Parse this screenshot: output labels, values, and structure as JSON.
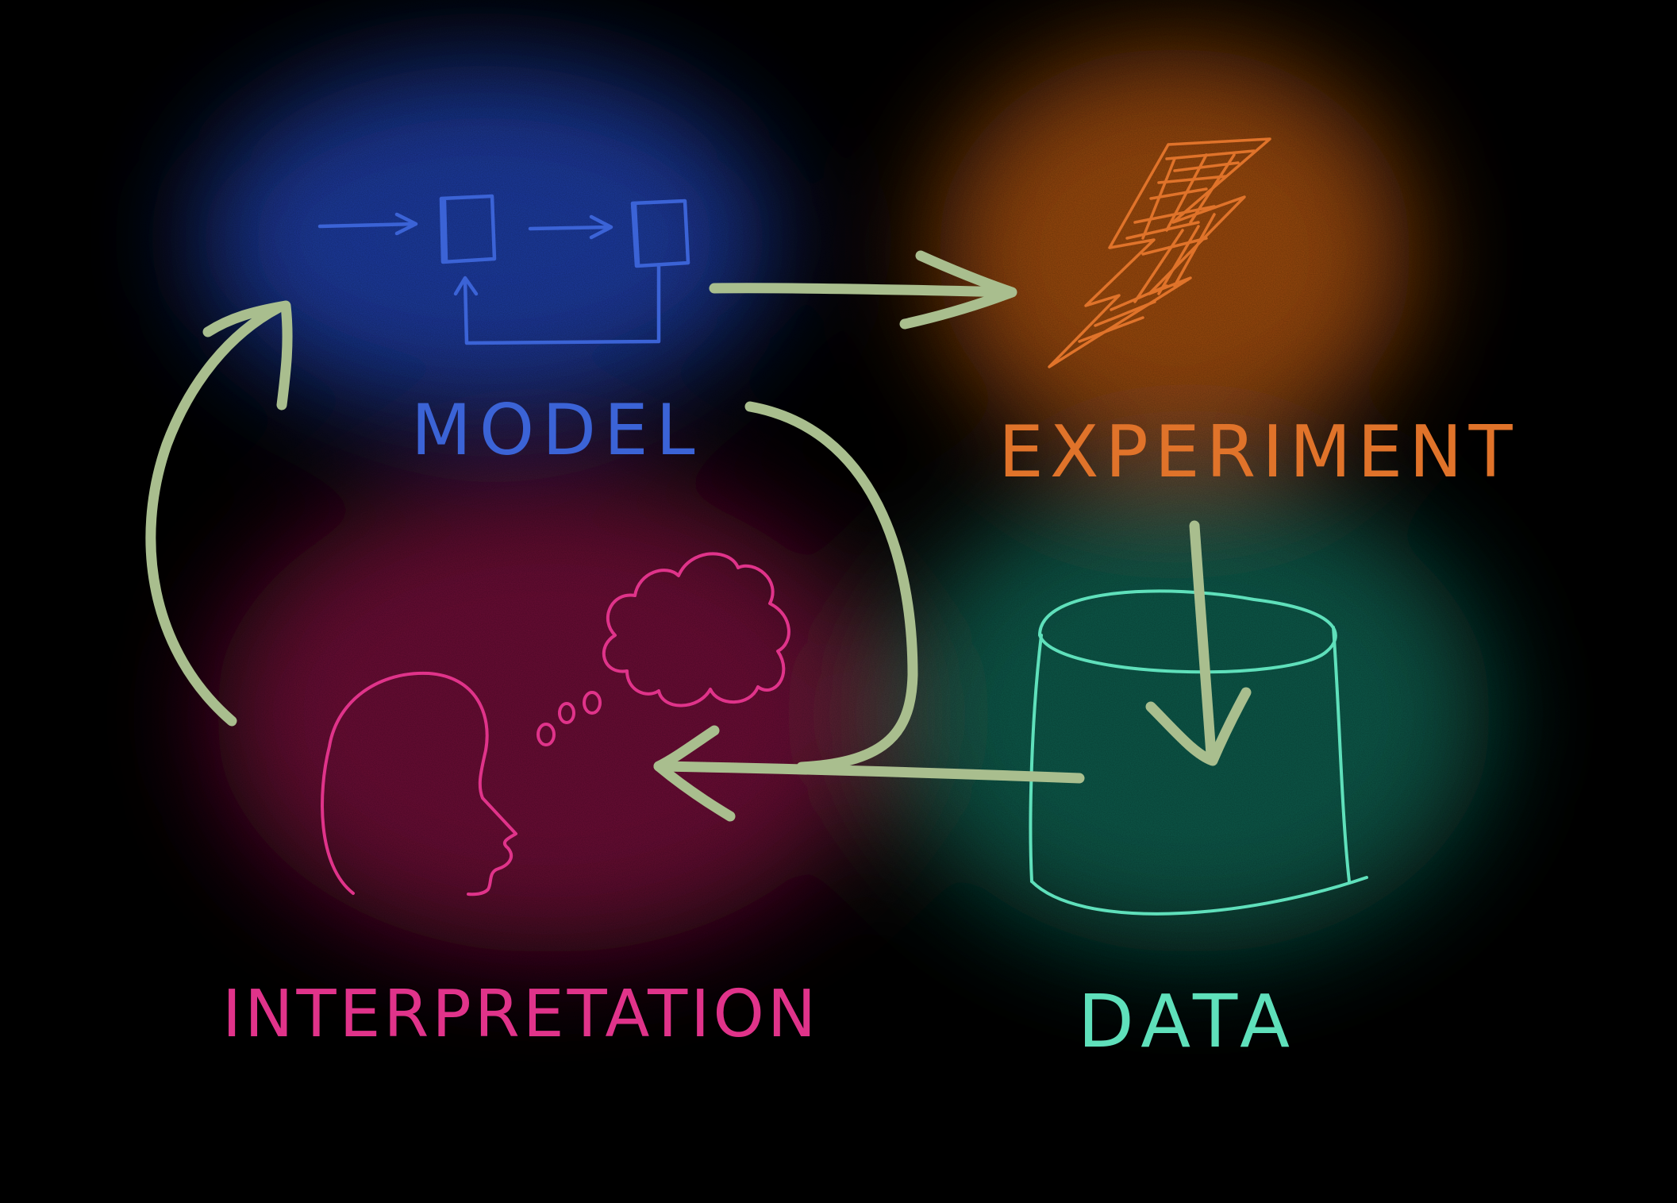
{
  "nodes": {
    "model": {
      "label": "MODEL",
      "color": "#3b63d6"
    },
    "experiment": {
      "label": "EXPERIMENT",
      "color": "#e0732a"
    },
    "data": {
      "label": "DATA",
      "color": "#5fe0bb"
    },
    "interpretation": {
      "label": "INTERPRETATION",
      "color": "#e0338a"
    }
  },
  "glows": {
    "model": "#1e3a9e",
    "experiment": "#9a4a10",
    "data": "#10594a",
    "interpretation": "#6a0d34"
  },
  "arrow_color": "#a9be8e",
  "background": "#000000",
  "icons": {
    "model": "block-diagram-icon",
    "experiment": "lightning-bolt-icon",
    "data": "database-cylinder-icon",
    "interpretation": "thinking-head-icon"
  }
}
